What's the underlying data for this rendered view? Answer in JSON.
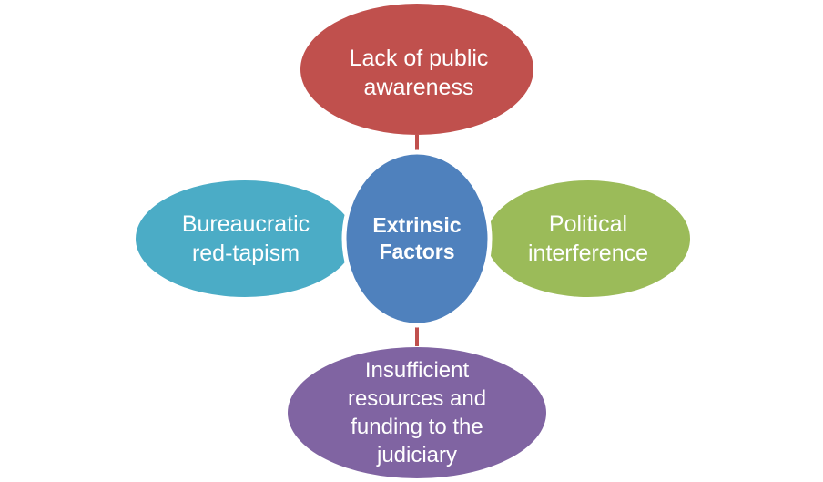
{
  "diagram": {
    "center": {
      "label": "Extrinsic\nFactors",
      "color": "#4f81bd"
    },
    "nodes": {
      "top": {
        "label": "Lack of public\nawareness",
        "color": "#c0504d"
      },
      "left": {
        "label": "Bureaucratic\nred-tapism",
        "color": "#4bacc6"
      },
      "right": {
        "label": "Political\ninterference",
        "color": "#9bbb59"
      },
      "bottom": {
        "label": "Insufficient\nresources and\nfunding to the\njudiciary",
        "color": "#8064a2"
      }
    },
    "connector_color": "#c0504d"
  }
}
